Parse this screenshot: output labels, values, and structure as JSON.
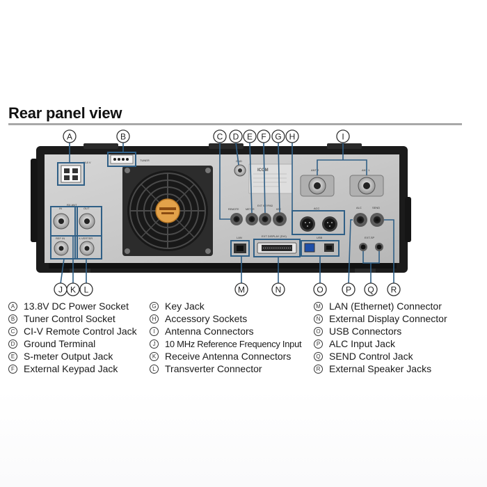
{
  "title": "Rear panel view",
  "panel_labels": {
    "dc_voltage": "13.8 V",
    "tuner": "TUNER",
    "gnd": "GND",
    "remote": "REMOTE",
    "meter": "METER",
    "ext_keypad": "EXT KEYPAD",
    "key": "KEY",
    "acc": "ACC",
    "ant1": "ANT 1",
    "ant2": "ANT 2",
    "alc": "ALC",
    "send": "SEND",
    "ext_sp": "EXT-SP",
    "rx_ant": "RX ANT",
    "in": "IN",
    "out": "OUT",
    "ref_in": "REF IN",
    "x_verter": "X-VERTER",
    "lan": "LAN",
    "ext_display": "EXT DISPLAY (DVI)",
    "usb": "USB",
    "brand": "ICOM"
  },
  "callouts": [
    "A",
    "B",
    "C",
    "D",
    "E",
    "F",
    "G",
    "H",
    "I",
    "J",
    "K",
    "L",
    "M",
    "N",
    "O",
    "P",
    "Q",
    "R"
  ],
  "legend": [
    {
      "letter": "A",
      "text": "13.8V DC Power Socket"
    },
    {
      "letter": "B",
      "text": "Tuner Control Socket"
    },
    {
      "letter": "C",
      "text": "CI-V Remote Control Jack"
    },
    {
      "letter": "D",
      "text": "Ground Terminal"
    },
    {
      "letter": "E",
      "text": "S-meter Output Jack"
    },
    {
      "letter": "F",
      "text": "External Keypad Jack"
    },
    {
      "letter": "G",
      "text": "Key Jack"
    },
    {
      "letter": "H",
      "text": "Accessory Sockets"
    },
    {
      "letter": "I",
      "text": "Antenna Connectors"
    },
    {
      "letter": "J",
      "text": "10 MHz Reference Frequency Input"
    },
    {
      "letter": "K",
      "text": "Receive Antenna Connectors"
    },
    {
      "letter": "L",
      "text": "Transverter Connector"
    },
    {
      "letter": "M",
      "text": "LAN (Ethernet) Connector"
    },
    {
      "letter": "N",
      "text": "External Display Connector"
    },
    {
      "letter": "O",
      "text": "USB Connectors"
    },
    {
      "letter": "P",
      "text": "ALC Input Jack"
    },
    {
      "letter": "Q",
      "text": "SEND Control Jack"
    },
    {
      "letter": "R",
      "text": "External Speaker Jacks"
    }
  ],
  "colors": {
    "callout_line": "#2f5f86",
    "chassis_dark": "#1d1d1d",
    "panel_gray": "#c9c9c9",
    "fan_orange": "#e3a24a"
  }
}
